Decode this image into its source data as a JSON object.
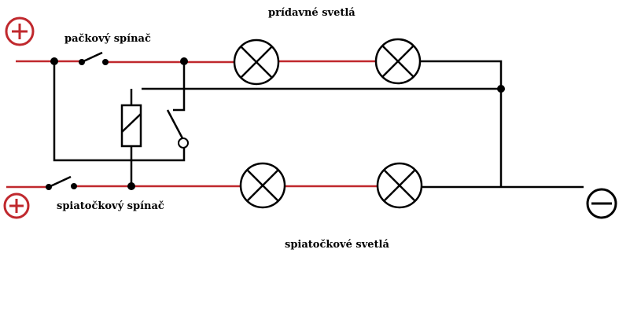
{
  "labels": {
    "extra_lights": "prídavné svetlá",
    "lever_switch": "pačkový spínač",
    "reverse_switch": "spiatočkový spínač",
    "reverse_lights": "spiatočkové svetlá"
  },
  "colors": {
    "positive_wire": "#c0282d",
    "wire": "#000000",
    "terminal_plus": "#c0282d",
    "terminal_minus": "#000000"
  },
  "symbols": {
    "plus": "plus-terminal-icon",
    "minus": "minus-terminal-icon",
    "lamp": "lamp-icon",
    "switch": "switch-icon",
    "relay": "relay-coil-icon"
  }
}
